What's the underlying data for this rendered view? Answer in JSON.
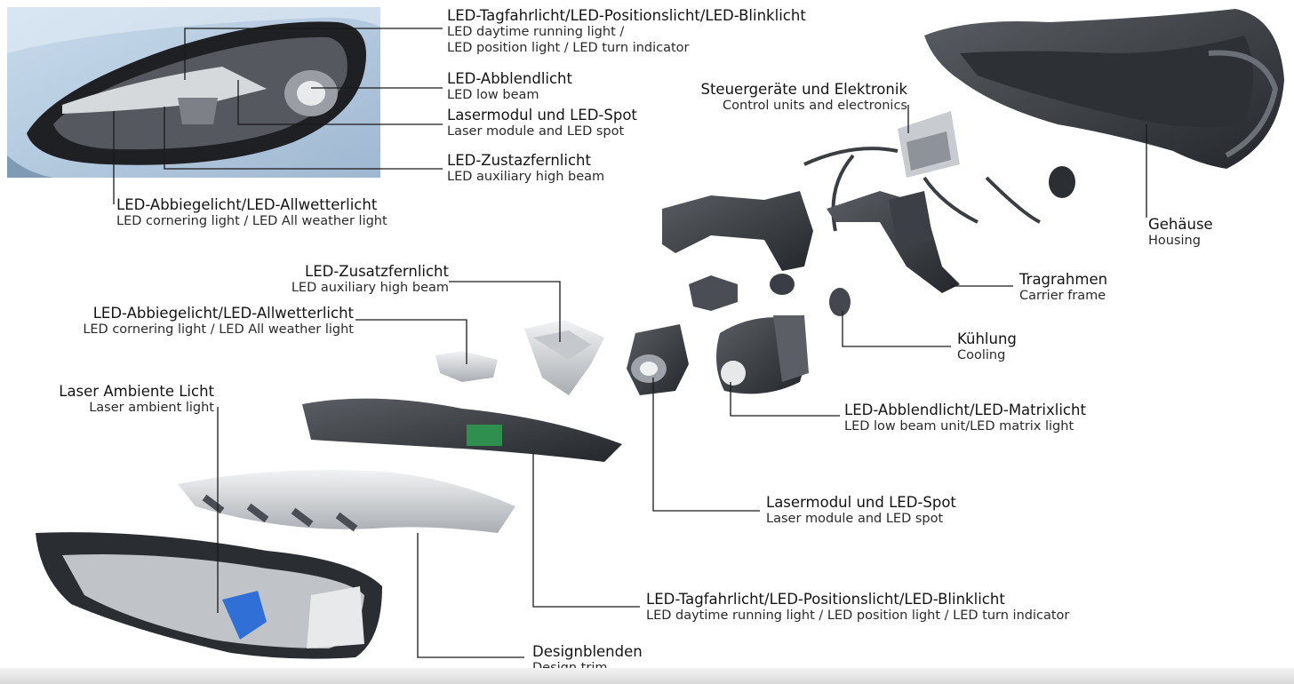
{
  "labels": {
    "drl_top": {
      "de": "LED-Tagfahrlicht/LED-Positionslicht/LED-Blinklicht",
      "en1": "LED daytime running light /",
      "en2": "LED position light / LED turn indicator"
    },
    "low_beam_top": {
      "de": "LED-Abblendlicht",
      "en": "LED low beam"
    },
    "laser_top": {
      "de": "Lasermodul und LED-Spot",
      "en": "Laser module and LED spot"
    },
    "aux_top": {
      "de": "LED-Zustazfernlicht",
      "en": "LED auxiliary high beam"
    },
    "corner_top": {
      "de": "LED-Abbiegelicht/LED-Allwetterlicht",
      "en": "LED cornering light / LED All weather light"
    },
    "control": {
      "de": "Steuergeräte und Elektronik",
      "en": "Control units and electronics"
    },
    "housing": {
      "de": "Gehäuse",
      "en": "Housing"
    },
    "aux_mid": {
      "de": "LED-Zusatzfernlicht",
      "en": "LED auxiliary high beam"
    },
    "corner_mid": {
      "de": "LED-Abbiegelicht/LED-Allwetterlicht",
      "en": "LED cornering light / LED All weather light"
    },
    "carrier": {
      "de": "Tragrahmen",
      "en": "Carrier frame"
    },
    "cooling": {
      "de": "Kühlung",
      "en": "Cooling"
    },
    "ambient": {
      "de": "Laser Ambiente Licht",
      "en": "Laser ambient light"
    },
    "matrix": {
      "de": "LED-Abblendlicht/LED-Matrixlicht",
      "en": "LED low beam unit/LED matrix light"
    },
    "laser_bot": {
      "de": "Lasermodul und LED-Spot",
      "en": "Laser module and LED spot"
    },
    "drl_bot": {
      "de": "LED-Tagfahrlicht/LED-Positionslicht/LED-Blinklicht",
      "en": "LED daytime running light / LED position light / LED turn indicator"
    },
    "trim": {
      "de": "Designblenden",
      "en": "Design trim"
    }
  },
  "colors": {
    "car_paint": "#b9cde0",
    "housing_dark": "#3a3d42",
    "lens_silver": "#d8dadc",
    "laser_blue": "#2f6fd6",
    "pcb_green": "#2f8f4f"
  }
}
